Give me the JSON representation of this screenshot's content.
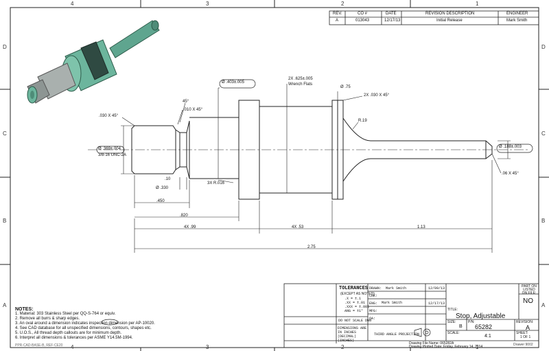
{
  "zones": {
    "top": [
      "4",
      "3",
      "2",
      "1"
    ],
    "bottom": [
      "4",
      "3",
      "2",
      "1"
    ],
    "left": [
      "D",
      "C",
      "B",
      "A"
    ],
    "right": [
      "D",
      "C",
      "B",
      "A"
    ]
  },
  "revision_table": {
    "headers": [
      "REV.",
      "CO #",
      "DATE",
      "REVISION DESCRIPTION",
      "ENGINEER"
    ],
    "row": [
      "A",
      "013043",
      "12/17/13",
      "Initial Release",
      "Mark Smith"
    ]
  },
  "dimensions": {
    "chamfer_left": ".030 X 45°",
    "thread_dia": "Ø .369±.004",
    "thread_spec": "3/8-16 UNC-2A",
    "groove_angle": "45°",
    "groove_chamfer": ".010 X 45°",
    "body_dia": "Ø .403±.005",
    "wrench_flats_qty": "2X .625±.005",
    "wrench_flats": "Wrench Flats",
    "flange_dia": "Ø .75",
    "flange_chamfer": "2X .030 X 45°",
    "fillet_r": "R.19",
    "stem_dia": "Ø .188±.003",
    "tip_chamfer": ".06 X 45°",
    "groove_width": ".10",
    "groove_dia": "Ø .330",
    "radius_3x": "3X R.016",
    "len_450": ".450",
    "len_820": ".820",
    "len_99": "4X .99",
    "len_53": "4X .53",
    "len_113": "1.13",
    "len_275": "2.75"
  },
  "notes": {
    "title": "NOTES:",
    "items": [
      "1.   Material: 303 Stainless Steel per QQ-S-764 or equiv.",
      "2.   Remove all burrs & sharp edges.",
      "3.   An oval around a dimension indicates                  inspection dimension per AP-10020.",
      "4.   See CAD database for all unspecified dimensions, contours, shapes etc.",
      "5.   U.O.S., All thread depth callouts are for minimum depth.",
      "6.   Interpret all dimensions & tolerances per ASME Y14.5M-1994."
    ]
  },
  "title_block": {
    "tolerances_title": "TOLERANCES",
    "tolerances_sub": "(EXCEPT AS NOTED)",
    "tolerances": [
      ".X = ±.1",
      ".XX = ±.01",
      ".XXX = ±.005",
      "ANG = ±1°"
    ],
    "do_not_scale": "DO NOT SCALE DWG",
    "dim_note": "DIMENSIONS ARE IN INCHES (DECIMAL) (INCHES)",
    "third_angle": "THIRD ANGLE PROJECTION",
    "drawn_label": "DRAWN:",
    "drawn_by": "Mark Smith",
    "drawn_date": "12/09/13",
    "chk_label": "CHK:",
    "eng_label": "ENG:",
    "eng_by": "Mark Smith",
    "eng_date": "12/17/13",
    "mfg_label": "MFG:",
    "qa_label": "QA:",
    "title_label": "TITLE:",
    "title": "Stop, Adjustable",
    "size_label": "SIZE:",
    "size": "B",
    "pn_label": "P/N:",
    "part_number": "65282",
    "rev_label": "REVISION:",
    "rev": "A",
    "scale_label": "SCALE:",
    "scale": "4:1",
    "sheet_label": "SHEET:",
    "sheet": "1 OF 1",
    "part_on_file_label": "PART ON LISTED ON FILE:",
    "part_on_file": "NO",
    "drawing_file": "Drawing File Name: 065282A",
    "plotted": "Drawing Plotted Date: Friday, February 14, 2014",
    "footer_left": "PPR-CAD-BASE-B, REF-CE20",
    "footer_right": "Drawer 9002"
  }
}
